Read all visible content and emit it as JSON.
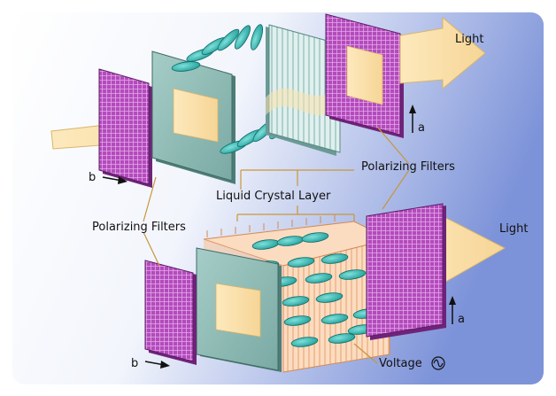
{
  "labels": {
    "light_top": "Light",
    "light_bottom": "Light",
    "polarizing_filters_right": "Polarizing Filters",
    "polarizing_filters_left": "Polarizing Filters",
    "liquid_crystal_layer": "Liquid Crystal Layer",
    "voltage": "Voltage",
    "axis_a_top": "a",
    "axis_a_bottom": "a",
    "axis_b_top": "b",
    "axis_b_bottom": "b"
  },
  "colors": {
    "background_start": "#ffffff",
    "background_end": "#7d93d9",
    "filter_purple": "#a73fb0",
    "filter_purple_dark": "#6f2379",
    "glass_teal": "#8fbcb6",
    "glass_teal_dark": "#4e7d78",
    "crystal": "#2fb5b0",
    "crystal_dark": "#106b69",
    "light_beam": "#fbe3ad",
    "light_beam_edge": "#d9b46a",
    "crystal_box": "#f8c79d",
    "leader_line": "#c9963a"
  },
  "icons": {
    "voltage_symbol": "ac-sine-icon"
  }
}
